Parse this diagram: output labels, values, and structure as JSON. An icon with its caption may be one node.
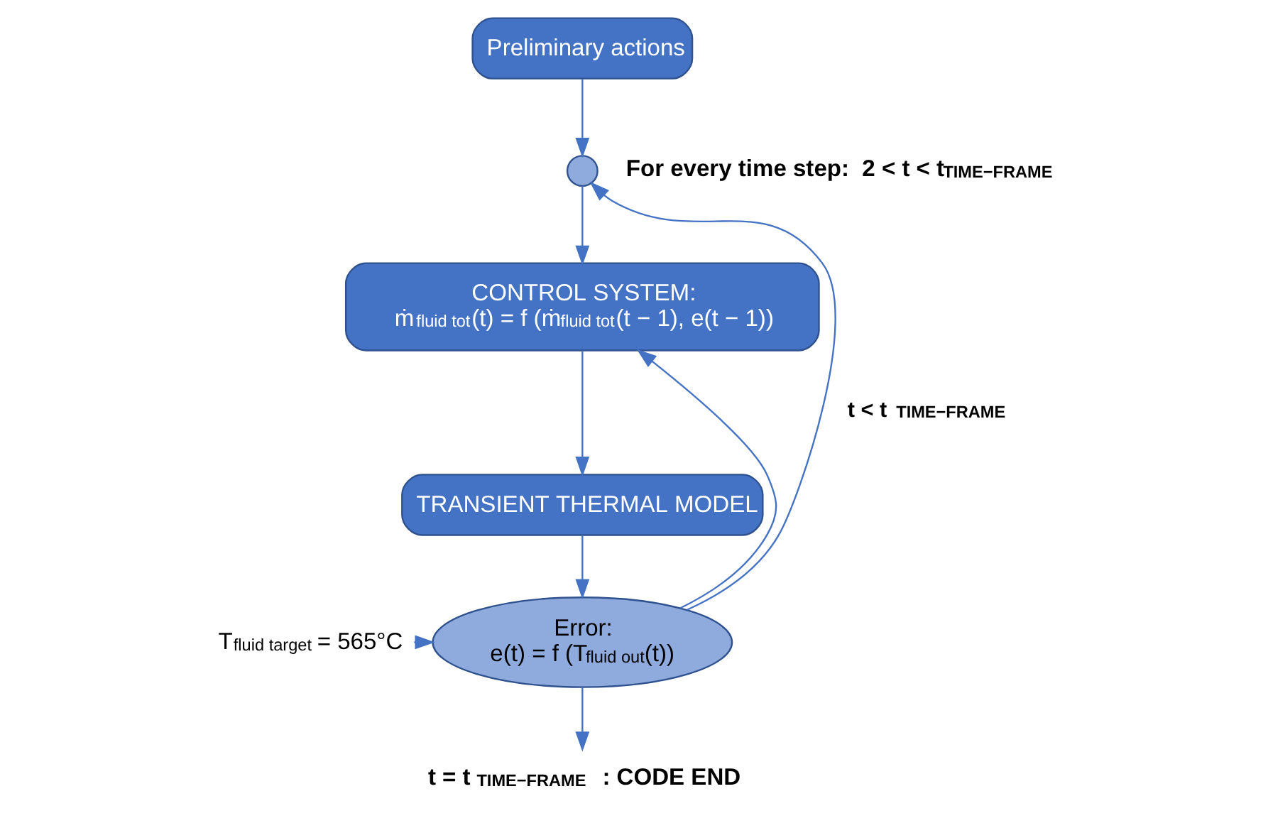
{
  "diagram": {
    "nodes": [
      {
        "text": [
          "Preliminary actions"
        ]
      },
      {
        "text": [],
        "shape": "circle",
        "beside": [
          "**For every time step:  2 < t < t$_{TIME−FRAME}$**"
        ]
      },
      {
        "text": [
          "CONTROL SYSTEM:",
          "ṁ$_{fluid tot}$(t) = f (ṁ$_{fluid tot}$(t − 1), e(t − 1))"
        ]
      },
      {
        "text": [
          "TRANSIENT THERMAL MODEL"
        ]
      },
      {
        "text": [
          "Error:",
          "e(t) = f (T$_{fluid out}$(t))"
        ]
      },
      {
        "text": [
          "T$_{fluid target}$ = 565°C"
        ]
      },
      {
        "text": [
          "**t = t$_{TIME−FRAME}$ : CODE END**"
        ]
      }
    ],
    "edges": [
      {
        "from": 0,
        "to": 1,
        "arrow": "to"
      },
      {
        "from": 1,
        "to": 2,
        "arrow": "to"
      },
      {
        "from": 2,
        "to": 3,
        "arrow": "to"
      },
      {
        "from": 3,
        "to": 4,
        "arrow": "to"
      },
      {
        "from": 5,
        "to": 4,
        "arrow": "to"
      },
      {
        "from": 4,
        "to": 2,
        "arrow": "to"
      },
      {
        "from": 4,
        "to": 6,
        "arrow": "to"
      },
      {
        "from": 4,
        "to": 1,
        "arrow": "to",
        "label": "**t < t$_{TIME−FRAME}$**"
      }
    ]
  }
}
